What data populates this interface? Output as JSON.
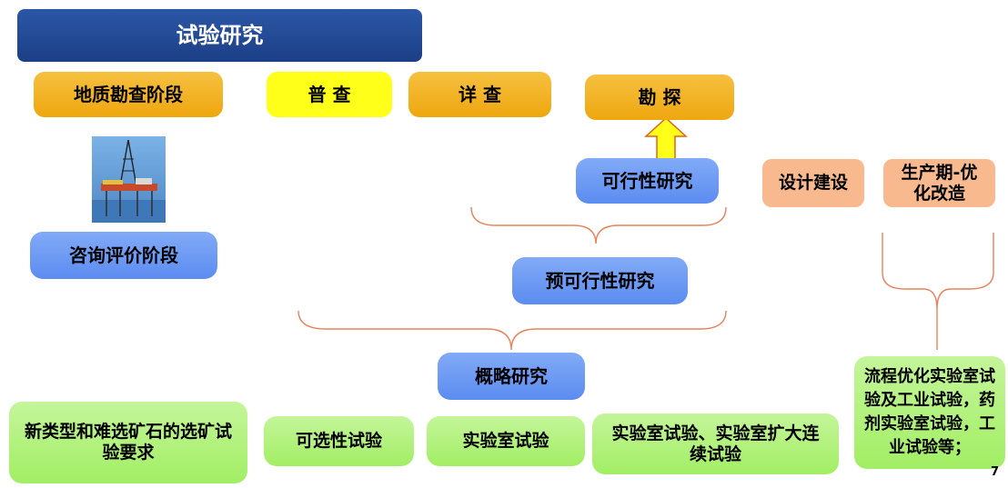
{
  "title": "试验研究",
  "stage_header": "地质勘查阶段",
  "survey": "普  查",
  "detailed": "详  查",
  "exploration": "勘  探",
  "feasibility": "可行性研究",
  "design": "设计建设",
  "production": "生产期-优化改造",
  "consult": "咨询评价阶段",
  "prefeasibility": "预可行性研究",
  "concept": "概略研究",
  "new_ore": "新类型和难选矿石的选矿试验要求",
  "selectability": "可选性试验",
  "lab_test": "实验室试验",
  "lab_expanded": "实验室试验、实验室扩大连续试验",
  "process_opt": "流程优化实验室试验及工业试验，药剂实验室试验，工业试验等；",
  "page_number": "7",
  "colors": {
    "title_bg": "#1c3f86",
    "stage_orange": "#eea70f",
    "survey_yellow": "#ffff1a",
    "study_blue": "#5b8cf0",
    "design_salmon": "#f8b98e",
    "test_green": "#a2ee64",
    "bracket_line": "#e8805a",
    "arrow_fill": "#ffff1a",
    "arrow_stroke": "#e06020"
  }
}
